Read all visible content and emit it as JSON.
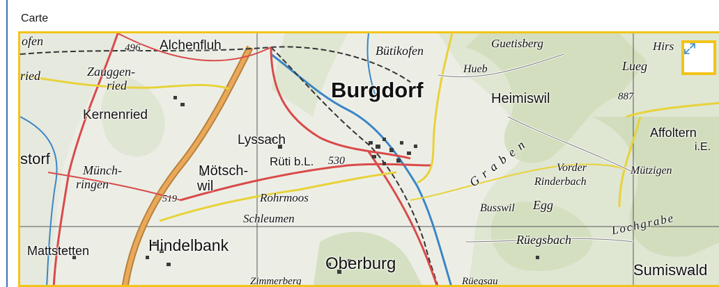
{
  "section": {
    "title": "Carte"
  },
  "map": {
    "places": [
      {
        "id": "ofen",
        "text": "ofen",
        "style": "italic"
      },
      {
        "id": "496",
        "text": "496",
        "style": "italic"
      },
      {
        "id": "alchenfluh",
        "text": "Alchenfluh",
        "style": "normal"
      },
      {
        "id": "butikofen",
        "text": "Bütikofen",
        "style": "italic"
      },
      {
        "id": "guetisberg",
        "text": "Guetisberg",
        "style": "italic"
      },
      {
        "id": "hirs",
        "text": "Hirs",
        "style": "italic"
      },
      {
        "id": "ried",
        "text": "ried",
        "style": "italic"
      },
      {
        "id": "zauggenried1",
        "text": "Zauggen-",
        "style": "italic"
      },
      {
        "id": "zauggenried2",
        "text": "ried",
        "style": "italic"
      },
      {
        "id": "hueb",
        "text": "Hueb",
        "style": "italic"
      },
      {
        "id": "lueg",
        "text": "Lueg",
        "style": "italic"
      },
      {
        "id": "burgdorf",
        "text": "Burgdorf",
        "style": "bold"
      },
      {
        "id": "heimiswil",
        "text": "Heimiswil",
        "style": "normal"
      },
      {
        "id": "887",
        "text": "887",
        "style": "italic"
      },
      {
        "id": "kernenried",
        "text": "Kernenried",
        "style": "normal"
      },
      {
        "id": "affoltern1",
        "text": "Affoltern",
        "style": "normal"
      },
      {
        "id": "affoltern2",
        "text": "i.E.",
        "style": "normal"
      },
      {
        "id": "lyssach",
        "text": "Lyssach",
        "style": "normal"
      },
      {
        "id": "storf",
        "text": "storf",
        "style": "normal"
      },
      {
        "id": "munch1",
        "text": "Münch-",
        "style": "italic"
      },
      {
        "id": "munch2",
        "text": "ringen",
        "style": "italic"
      },
      {
        "id": "rutibl",
        "text": "Rüti b.L.",
        "style": "normal"
      },
      {
        "id": "530",
        "text": "530",
        "style": "italic"
      },
      {
        "id": "motsch1",
        "text": "Mötsch-",
        "style": "normal"
      },
      {
        "id": "motsch2",
        "text": "wil",
        "style": "normal"
      },
      {
        "id": "vorder",
        "text": "Vorder",
        "style": "italic"
      },
      {
        "id": "rinderbach",
        "text": "Rinderbach",
        "style": "italic"
      },
      {
        "id": "mutzigen",
        "text": "Mützigen",
        "style": "italic"
      },
      {
        "id": "519",
        "text": "519",
        "style": "italic"
      },
      {
        "id": "rohrmoos",
        "text": "Rohrmoos",
        "style": "italic"
      },
      {
        "id": "busswil",
        "text": "Busswil",
        "style": "italic"
      },
      {
        "id": "egg",
        "text": "Egg",
        "style": "italic"
      },
      {
        "id": "schleumen",
        "text": "Schleumen",
        "style": "italic"
      },
      {
        "id": "graben",
        "text": "Graben",
        "style": "italic"
      },
      {
        "id": "lochgrabe",
        "text": "Lochgrabe",
        "style": "italic"
      },
      {
        "id": "mattstetten",
        "text": "Mattstetten",
        "style": "normal"
      },
      {
        "id": "hindelbank",
        "text": "Hindelbank",
        "style": "normal"
      },
      {
        "id": "ruegsbach",
        "text": "Rüegsbach",
        "style": "italic"
      },
      {
        "id": "oberburg",
        "text": "Oberburg",
        "style": "normal"
      },
      {
        "id": "sumiswald",
        "text": "Sumiswald",
        "style": "normal"
      },
      {
        "id": "zimmerberg",
        "text": "Zimmerberg",
        "style": "italic"
      },
      {
        "id": "ruegsau",
        "text": "Rüegsau",
        "style": "italic"
      }
    ]
  },
  "controls": {
    "expand_icon": "expand-diagonal-icon",
    "accent": "#f2c418"
  }
}
